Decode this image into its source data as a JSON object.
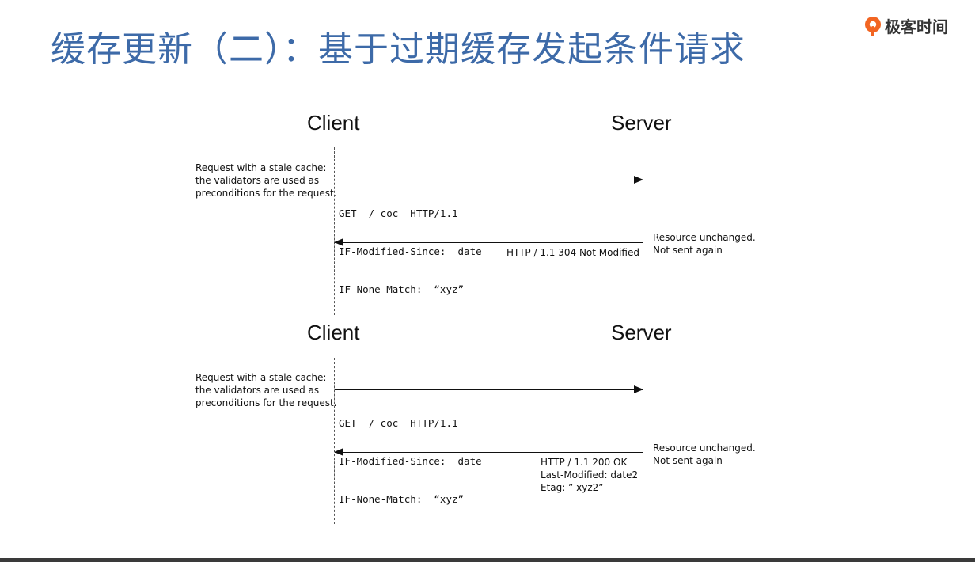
{
  "slide": {
    "title": "缓存更新（二）：基于过期缓存发起条件请求",
    "brand": {
      "name": "极客时间",
      "accent": "#f26522",
      "icon": "geektime-logo-icon"
    },
    "title_color": "#3d6aa8"
  },
  "diagrams": [
    {
      "client_label": "Client",
      "server_label": "Server",
      "client_note": [
        "Request with a stale cache:",
        "the validators are used as",
        "preconditions for the request."
      ],
      "request_lines": [
        "GET  / coc  HTTP/1.1",
        "IF-Modified-Since:  date",
        "IF-None-Match:  “xyz”"
      ],
      "response_lines": [
        "HTTP / 1.1   304   Not  Modified"
      ],
      "server_note": [
        "Resource unchanged.",
        "Not sent again"
      ]
    },
    {
      "client_label": "Client",
      "server_label": "Server",
      "client_note": [
        "Request with a stale cache:",
        "the validators are used as",
        "preconditions for the request."
      ],
      "request_lines": [
        "GET  / coc  HTTP/1.1",
        "IF-Modified-Since:  date",
        "IF-None-Match:  “xyz”"
      ],
      "response_lines": [
        "HTTP / 1.1   200  OK",
        "Last-Modified:  date2",
        "Etag:  ” xyz2”"
      ],
      "server_note": [
        "Resource unchanged.",
        "Not sent again"
      ]
    }
  ]
}
